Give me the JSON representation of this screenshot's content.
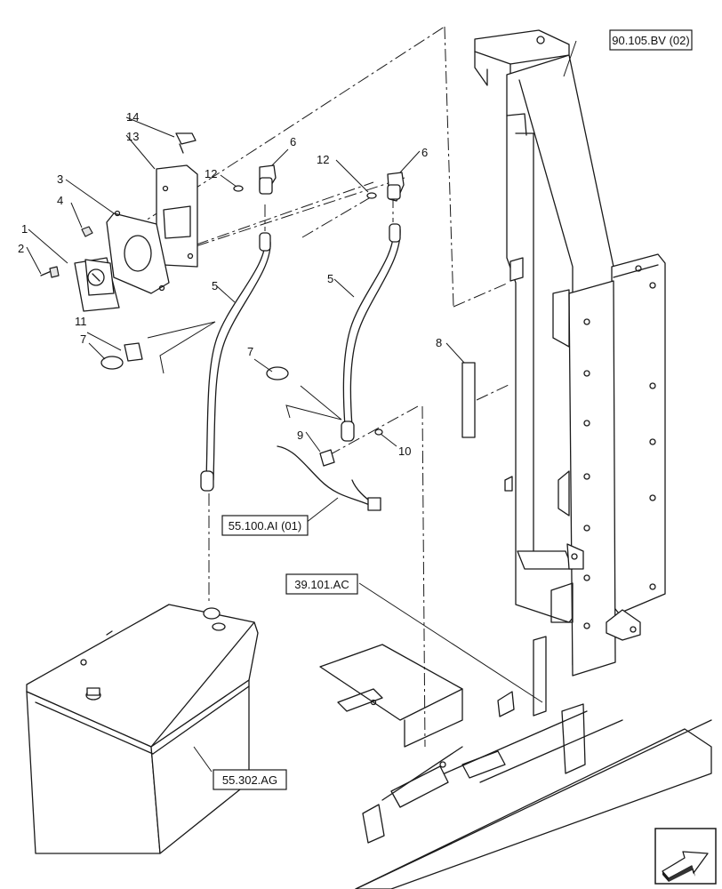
{
  "references": {
    "r1": "90.105.BV (02)",
    "r2": "55.100.AI (01)",
    "r3": "39.101.AC",
    "r4": "55.302.AG"
  },
  "callouts": {
    "c1": "1",
    "c2": "2",
    "c3": "3",
    "c4": "4",
    "c5a": "5",
    "c5b": "5",
    "c6a": "6",
    "c6b": "6",
    "c7a": "7",
    "c7b": "7",
    "c8": "8",
    "c9": "9",
    "c10": "10",
    "c11": "11",
    "c12a": "12",
    "c12b": "12",
    "c13": "13",
    "c14": "14"
  },
  "nav_icon": "arrow-icon"
}
